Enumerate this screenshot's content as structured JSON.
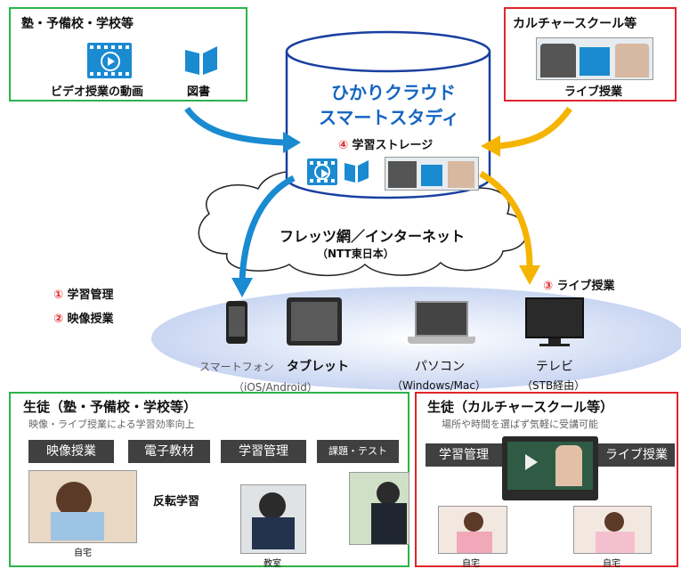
{
  "top_left": {
    "title": "塾・予備校・学校等",
    "video_label": "ビデオ授業の動画",
    "book_label": "図書"
  },
  "top_right": {
    "title": "カルチャースクール等",
    "live_label": "ライブ授業"
  },
  "cloud_db": {
    "title_line1": "ひかりクラウド",
    "title_line2": "スマートスタディ",
    "storage_num": "④",
    "storage_label": "学習ストレージ"
  },
  "network": {
    "name": "フレッツ網／インターネット",
    "provider": "（NTT東日本）"
  },
  "features": [
    {
      "num": "①",
      "label": "学習管理"
    },
    {
      "num": "②",
      "label": "映像授業"
    },
    {
      "num": "③",
      "label": "ライブ授業"
    }
  ],
  "devices": [
    {
      "name": "スマートフォン",
      "sub": "（iOS/Android）"
    },
    {
      "name": "タブレット",
      "sub": ""
    },
    {
      "name": "パソコン",
      "sub": "（Windows/Mac）"
    },
    {
      "name": "テレビ",
      "sub": "（STB経由）"
    }
  ],
  "bottom_left": {
    "title": "生徒（塾・予備校・学校等）",
    "subtitle": "映像・ライブ授業による学習効率向上",
    "tabs": [
      "映像授業",
      "電子教材",
      "学習管理",
      "課題・テスト"
    ],
    "flip_label": "反転学習",
    "home_label": "自宅",
    "class_label": "教室"
  },
  "bottom_right": {
    "title": "生徒（カルチャースクール等）",
    "subtitle": "場所や時間を選ばず気軽に受講可能",
    "tab_left": "学習管理",
    "tab_right": "ライブ授業",
    "home1": "自宅",
    "home2": "自宅"
  },
  "colors": {
    "green": "#2db34a",
    "red": "#e0262b",
    "blue": "#1a8ad1",
    "orange": "#f5b400",
    "cloud_title": "#1565c0"
  }
}
